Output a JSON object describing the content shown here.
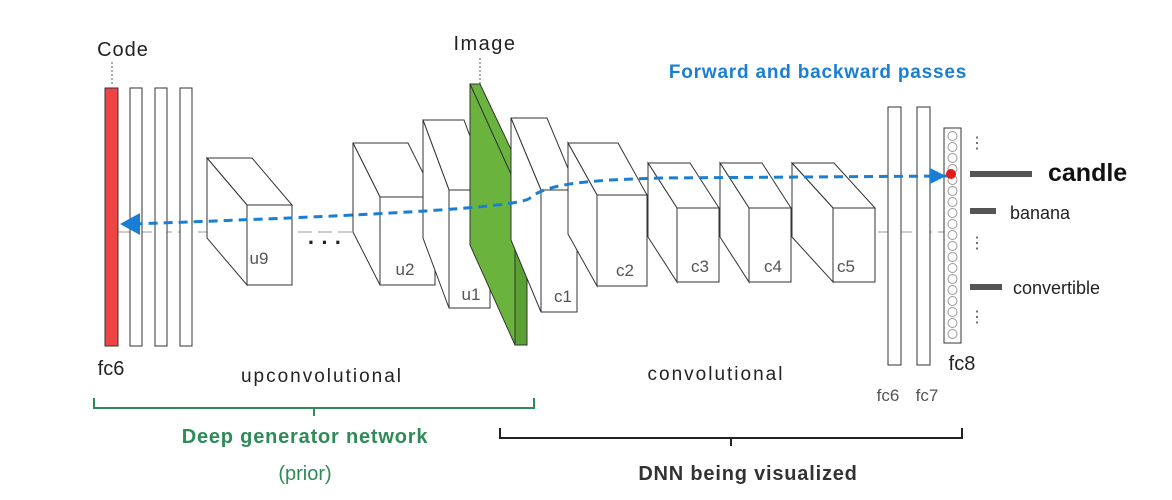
{
  "top": {
    "code_label": "Code",
    "image_label": "Image",
    "passes_label": "Forward and backward passes"
  },
  "generator": {
    "layers": [
      "u9",
      "u2",
      "u1"
    ],
    "ellipsis": "· · ·",
    "code_layer": "fc6",
    "section_label": "upconvolutional",
    "title": "Deep generator network",
    "subtitle": "(prior)"
  },
  "dnn": {
    "conv_layers": [
      "c1",
      "c2",
      "c3",
      "c4",
      "c5"
    ],
    "fc_layers": [
      "fc6",
      "fc7"
    ],
    "output_layer": "fc8",
    "section_label": "convolutional",
    "title": "DNN being visualized"
  },
  "classes": [
    {
      "label": "candle",
      "emphasis": true
    },
    {
      "label": "banana",
      "emphasis": false
    },
    {
      "label": "convertible",
      "emphasis": false
    }
  ],
  "colors": {
    "code": "#ef4444",
    "image": "#6ab43e",
    "arrow": "#1a7fd4",
    "generator": "#2e8b57",
    "activated_unit": "#e21b1b",
    "text": "#222222"
  }
}
